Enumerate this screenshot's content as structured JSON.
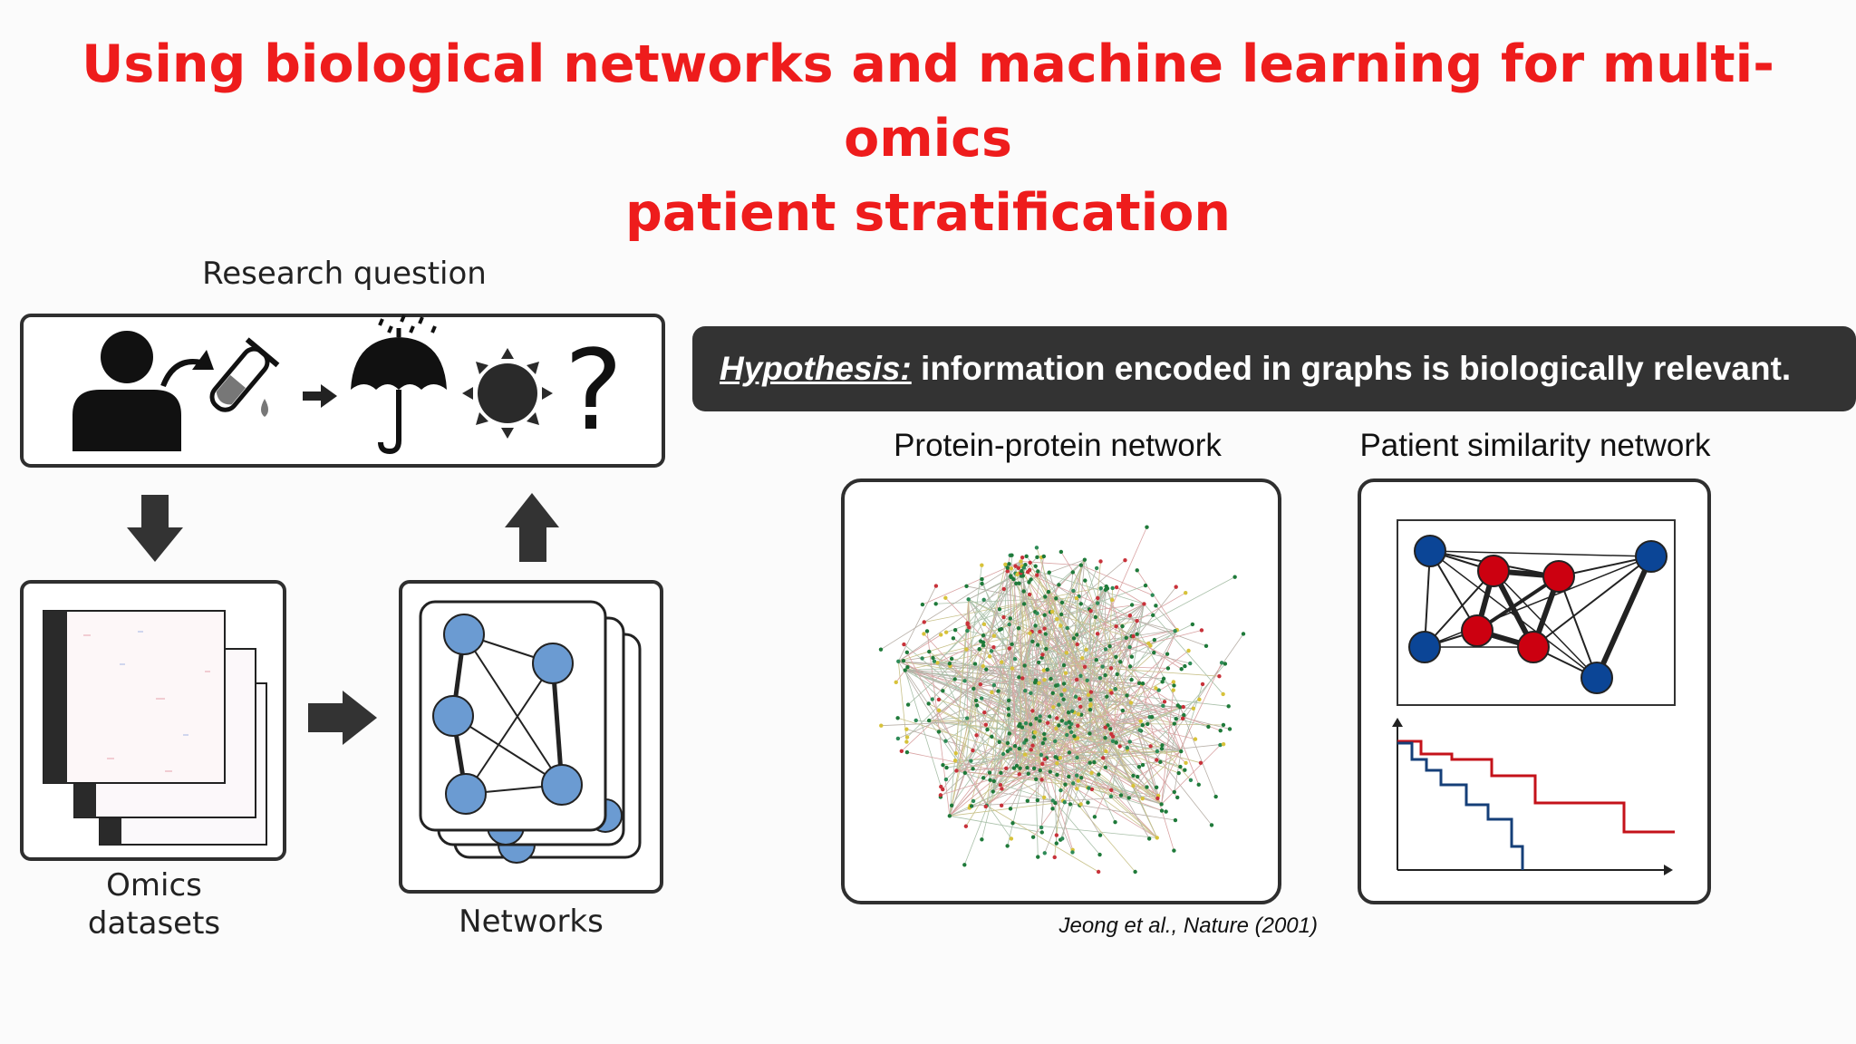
{
  "title": {
    "line1": "Using biological networks and machine learning for multi-omics",
    "line2": "patient stratification"
  },
  "left_panel": {
    "research_question_label": "Research question",
    "question_mark": "?",
    "omics_label_line1": "Omics",
    "omics_label_line2": "datasets",
    "networks_label": "Networks"
  },
  "hypothesis": {
    "prefix": "Hypothesis:",
    "text": " information encoded in graphs is biologically relevant."
  },
  "ppi": {
    "label": "Protein-protein network",
    "citation": "Jeong et al., Nature (2001)"
  },
  "psn": {
    "label": "Patient similarity network"
  },
  "colors": {
    "title_red": "#ee1c1c",
    "node_blue_light": "#6b9bd2",
    "node_blue_dark": "#0b4596",
    "node_red": "#cc0010",
    "curve_red": "#c4121a",
    "curve_blue": "#153f78",
    "hypothesis_bg": "#333333"
  },
  "icons": [
    "person-icon",
    "test-tube-icon",
    "arrow-right-icon",
    "umbrella-rain-icon",
    "sun-icon",
    "arrow-down-icon",
    "arrow-up-icon"
  ]
}
